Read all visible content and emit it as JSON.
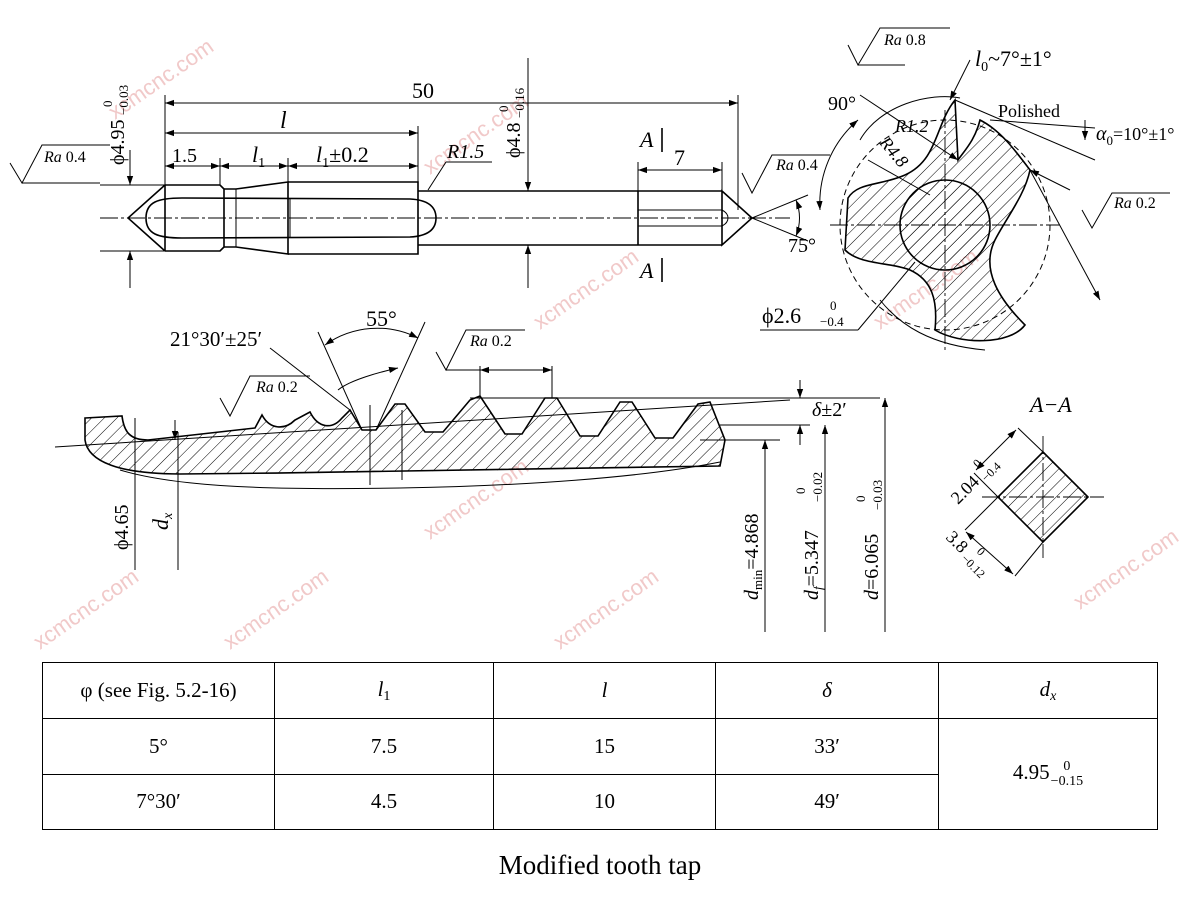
{
  "drawing": {
    "tap": {
      "dim_overall": "50",
      "dim_l": "l",
      "dim_start": "1.5",
      "dim_l1": "l",
      "dim_l1_sub": "1",
      "dim_l1_tol": "l",
      "dim_l1_tol_sub": "1",
      "dim_l1_tol_val": "±0.2",
      "dim_radius": "R1.5",
      "dim_d_front": "ϕ4.95",
      "dim_d_front_upper": "0",
      "dim_d_front_lower": "−0.03",
      "dim_d_shank": "ϕ4.8",
      "dim_d_shank_upper": "0",
      "dim_d_shank_lower": "−0.16",
      "dim_square": "7",
      "section_mark": "A",
      "angle_75": "75°",
      "ra_left": "Ra",
      "ra_left_val": "0.4",
      "ra_right": "Ra",
      "ra_right_val": "0.4"
    },
    "cross_section": {
      "ra_top": "Ra",
      "ra_top_val": "0.8",
      "l0_label": "l",
      "l0_sub": "0",
      "l0_value": "~7°±1°",
      "angle_90": "90°",
      "polished": "Polished",
      "r12": "R1.2",
      "r48": "R4.8",
      "alpha_label": "α",
      "alpha_sub": "0",
      "alpha_value": "=10°±1°",
      "ra_right": "Ra",
      "ra_right_val": "0.2",
      "core_d": "ϕ2.6",
      "core_d_upper": "0",
      "core_d_lower": "−0.4"
    },
    "thread_detail": {
      "angle_55": "55°",
      "angle_2130": "21°30′±25′",
      "ra_mid": "Ra",
      "ra_mid_val": "0.2",
      "ra_left": "Ra",
      "ra_left_val": "0.2",
      "delta_label": "δ",
      "delta_value": "±2′",
      "d465": "ϕ4.65",
      "dx_label": "d",
      "dx_sub": "x",
      "dmin_label": "d",
      "dmin_sub": "min",
      "dmin_value": "=4.868",
      "df_label": "d",
      "df_sub": "f",
      "df_value": "=5.347",
      "df_upper": "0",
      "df_lower": "−0.02",
      "d_label": "d",
      "d_value": "=6.065",
      "d_upper": "0",
      "d_lower": "−0.03"
    },
    "section_aa": {
      "title": "A−A",
      "w": "2.04",
      "w_upper": "0",
      "w_lower": "−0.4",
      "diag": "3.8",
      "diag_upper": "0",
      "diag_lower": "−0.12"
    },
    "watermark": "xcmcnc.com"
  },
  "table": {
    "header": {
      "phi": "φ (see Fig. 5.2-16)",
      "l1": "l",
      "l1_sub": "1",
      "l": "l",
      "delta": "δ",
      "dx": "d",
      "dx_sub": "x"
    },
    "rows": [
      {
        "phi": "5°",
        "l1": "7.5",
        "l": "15",
        "delta": "33′"
      },
      {
        "phi": "7°30′",
        "l1": "4.5",
        "l": "10",
        "delta": "49′"
      }
    ],
    "dx_value": "4.95",
    "dx_upper": "0",
    "dx_lower": "−0.15"
  },
  "caption": "Modified tooth tap"
}
